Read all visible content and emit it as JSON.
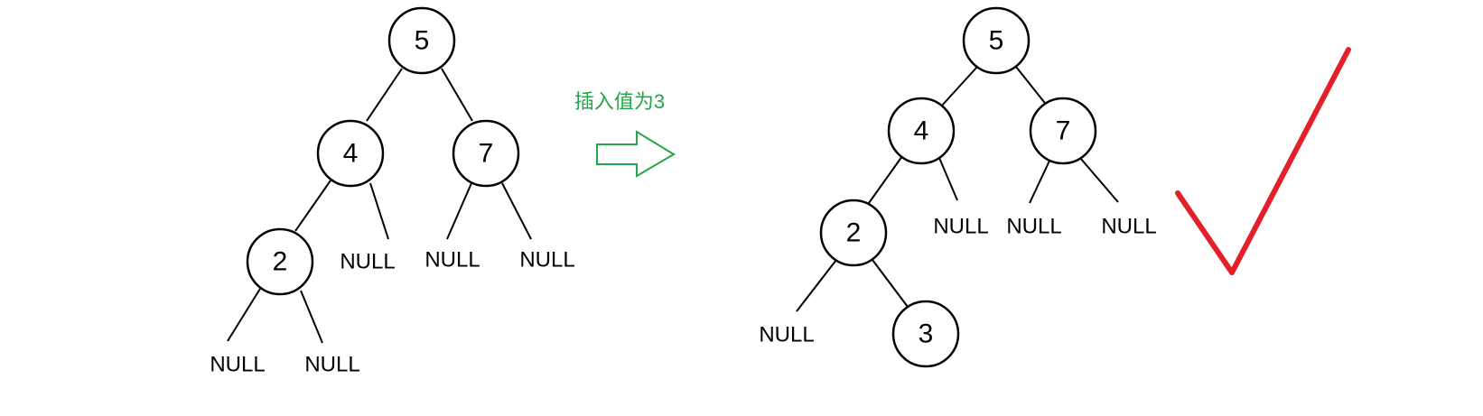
{
  "caption": "插入值为3",
  "colors": {
    "caption": "#22a84a",
    "arrow": "#22a84a",
    "check": "#e3202a"
  },
  "null_label": "NULL",
  "before_tree": {
    "nodes": [
      {
        "id": "a5",
        "value": "5"
      },
      {
        "id": "a4",
        "value": "4"
      },
      {
        "id": "a7",
        "value": "7"
      },
      {
        "id": "a2",
        "value": "2"
      }
    ],
    "nulls": [
      "NULL",
      "NULL",
      "NULL",
      "NULL",
      "NULL"
    ]
  },
  "after_tree": {
    "nodes": [
      {
        "id": "b5",
        "value": "5"
      },
      {
        "id": "b4",
        "value": "4"
      },
      {
        "id": "b7",
        "value": "7"
      },
      {
        "id": "b2",
        "value": "2"
      },
      {
        "id": "b3",
        "value": "3"
      }
    ],
    "nulls": [
      "NULL",
      "NULL",
      "NULL",
      "NULL"
    ]
  },
  "check_icon": "checkmark-icon",
  "arrow_icon": "right-arrow-icon"
}
